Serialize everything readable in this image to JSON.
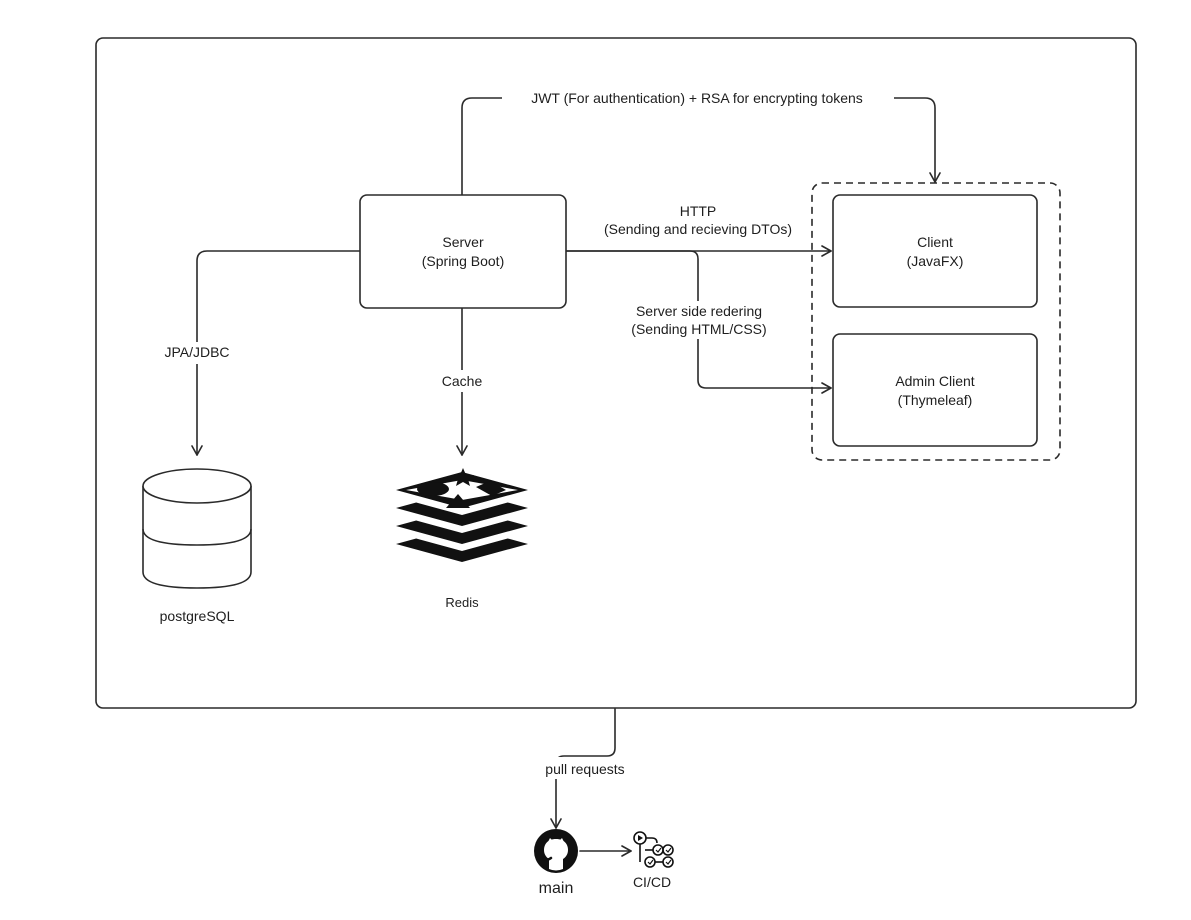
{
  "nodes": {
    "server": {
      "line1": "Server",
      "line2": "(Spring Boot)"
    },
    "client": {
      "line1": "Client",
      "line2": "(JavaFX)"
    },
    "admin_client": {
      "line1": "Admin Client",
      "line2": "(Thymeleaf)"
    },
    "postgres": {
      "label": "postgreSQL"
    },
    "redis": {
      "label": "Redis"
    },
    "github": {
      "label": "main"
    },
    "cicd": {
      "label": "CI/CD"
    }
  },
  "edges": {
    "jwt": "JWT (For authentication) + RSA for encrypting tokens",
    "http_line1": "HTTP",
    "http_line2": "(Sending and recieving DTOs)",
    "ssr_line1": "Server side redering",
    "ssr_line2": "(Sending HTML/CSS)",
    "jpa": "JPA/JDBC",
    "cache": "Cache",
    "pull_requests": "pull requests"
  },
  "colors": {
    "stroke": "#2a2a2a",
    "text": "#1e1e1e",
    "background": "#ffffff"
  }
}
